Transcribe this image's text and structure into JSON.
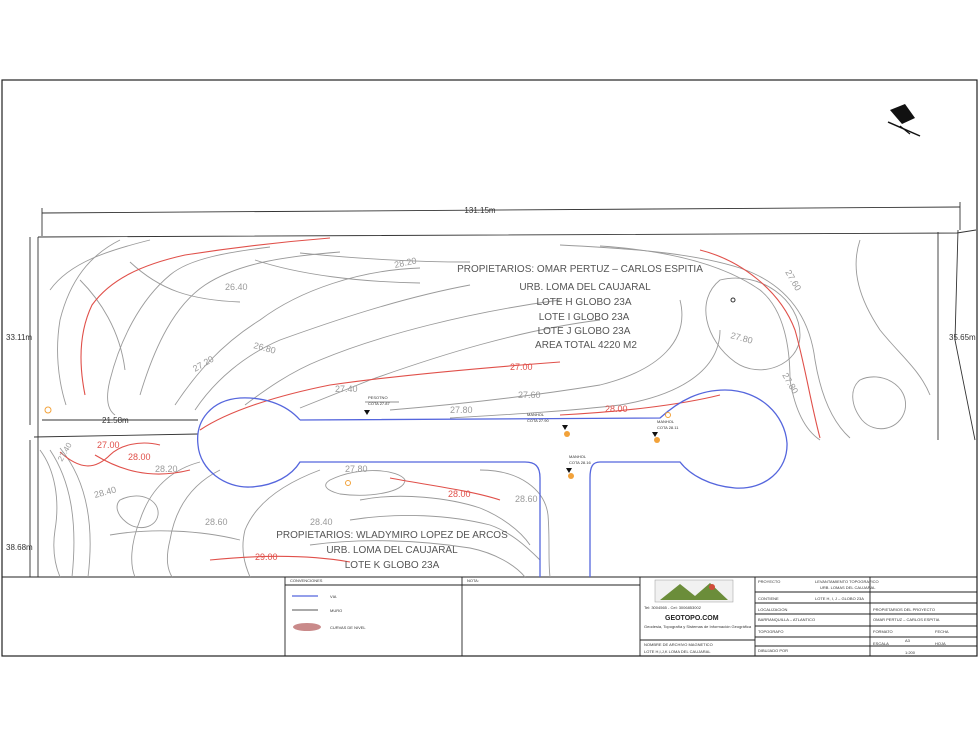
{
  "dimensions": {
    "top": "131.15m",
    "left": "33.11m",
    "right": "35.65m",
    "mid": "21.58m",
    "bottom_left": "38.68m"
  },
  "owners_north": {
    "line1": "PROPIETARIOS: OMAR PERTUZ – CARLOS ESPITIA",
    "line2": "URB. LOMA DEL CAUJARAL",
    "line3": "LOTE H GLOBO 23A",
    "line4": "LOTE I GLOBO 23A",
    "line5": "LOTE J GLOBO 23A",
    "line6": "AREA TOTAL 4220 M2"
  },
  "owners_south": {
    "line1": "PROPIETARIOS: WLADYMIRO LOPEZ DE ARCOS",
    "line2": "URB. LOMA DEL CAUJARAL",
    "line3": "LOTE K GLOBO 23A"
  },
  "contours": {
    "c2820a": "28.20",
    "c2640": "26.40",
    "c2680": "26.80",
    "c2720": "27.20",
    "c2740": "27.40",
    "c2700": "27.00",
    "c2760a": "27.60",
    "c2780a": "27.80",
    "c2800a": "28.00",
    "c2760b": "27.60",
    "c2780b": "27.80",
    "c2780c": "27.80",
    "c2700b": "27.00",
    "c2800b": "28.00",
    "c2820b": "28.20",
    "c2840": "28.40",
    "c2860": "28.60",
    "c2800c": "28.00",
    "c2840b": "28.40",
    "c2900": "29.00",
    "c2860b": "28.60",
    "c2780d": "27.80",
    "c2740b": "27.40"
  },
  "markers": {
    "m1": "PESOTNO",
    "m1b": "COTA 27.87",
    "m2": "MANHOL",
    "m2b": "COTA 27.90",
    "m3": "MANHOL",
    "m3b": "COTA 28.11",
    "m4": "MANHOL",
    "m4b": "COTA 28.16"
  },
  "title_block": {
    "legend_title": "CONVENCIONES",
    "legend_via": "VIA",
    "legend_muro": "MURO",
    "legend_curvas": "CURVAS DE NIVEL",
    "notes_title": "NOTA:",
    "company": "GEOTOPO.COM",
    "company_sub1": "Geodesia, Topografía y Sistemas de Información Geográfica",
    "company_sub2": "Tel: 3004565 - Cel: 3006853002",
    "file_label": "NOMBRE DE ARCHIVO MAGNETICO",
    "file_value": "LOTE H,I,J,K LOMA DEL CAUJARAL",
    "proyecto_label": "PROYECTO",
    "proyecto_value1": "LEVANTAMIENTO TOPOGRAFICO",
    "proyecto_value2": "URB. LOMAS DEL CAUJARAL",
    "contiene_label": "CONTIENE",
    "contiene_value": "LOTE H, I, J – GLOBO 23A",
    "ubicacion_label": "LOCALIZACION",
    "ubicacion_value": "BARRANQUILLA – ATLANTICO",
    "propietarios_label": "PROPIETARIOS DEL PROYECTO",
    "propietarios_value": "OMAR PERTUZ – CARLOS ESPITIA",
    "topografo_label": "TOPOGRAFO",
    "formato_label": "FORMATO",
    "formato_value": "A3",
    "fecha_label": "FECHA",
    "dibujo_label": "DIBUJADO POR",
    "escala_label": "ESCALA",
    "escala_value": "1:200",
    "hoja_label": "HOJA"
  },
  "colors": {
    "contour_gray": "#9a9a9a",
    "contour_red": "#e0504a",
    "road": "#5566dd",
    "marker": "#f2a23a"
  }
}
